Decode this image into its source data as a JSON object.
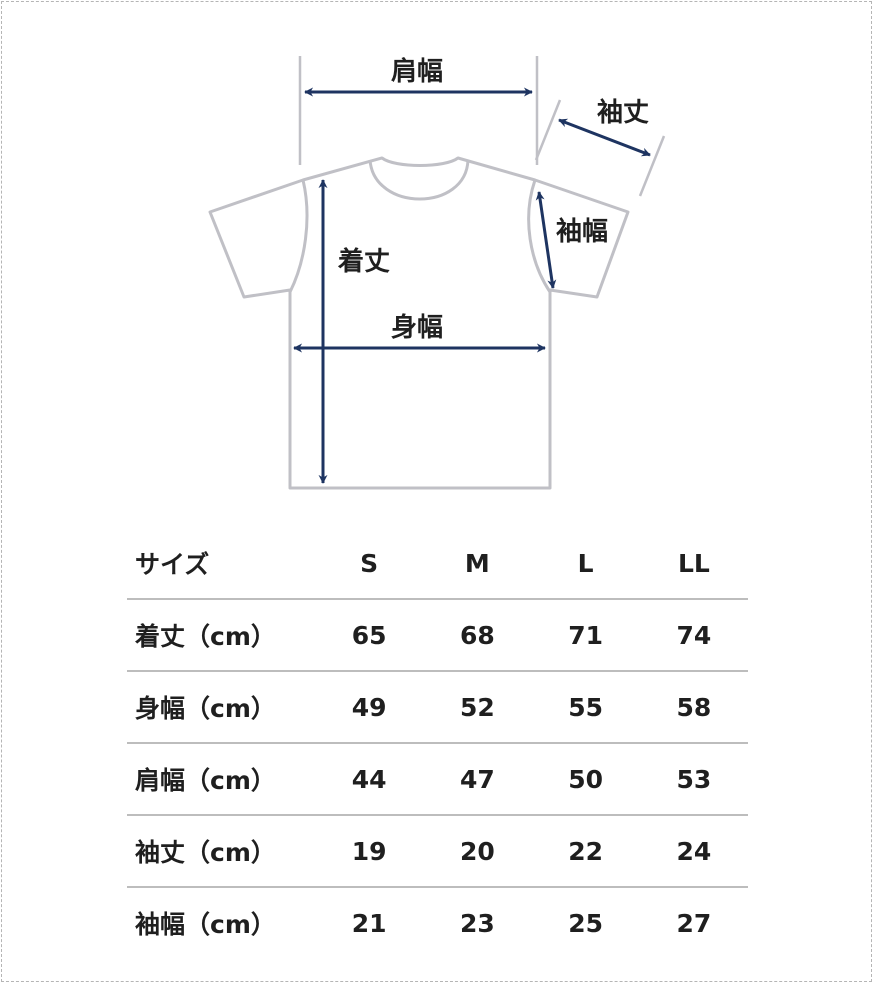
{
  "diagram": {
    "labels": {
      "shoulder_width": "肩幅",
      "sleeve_length": "袖丈",
      "sleeve_width": "袖幅",
      "body_length": "着丈",
      "body_width": "身幅"
    },
    "colors": {
      "outline": "#c0c0c6",
      "arrow": "#1e3461",
      "text": "#1f1f1f"
    }
  },
  "table": {
    "header": {
      "label": "サイズ",
      "sizes": [
        "S",
        "M",
        "L",
        "LL"
      ]
    },
    "rows": [
      {
        "label": "着丈（cm）",
        "values": [
          "65",
          "68",
          "71",
          "74"
        ]
      },
      {
        "label": "身幅（cm）",
        "values": [
          "49",
          "52",
          "55",
          "58"
        ]
      },
      {
        "label": "肩幅（cm）",
        "values": [
          "44",
          "47",
          "50",
          "53"
        ]
      },
      {
        "label": "袖丈（cm）",
        "values": [
          "19",
          "20",
          "22",
          "24"
        ]
      },
      {
        "label": "袖幅（cm）",
        "values": [
          "21",
          "23",
          "25",
          "27"
        ]
      }
    ]
  }
}
